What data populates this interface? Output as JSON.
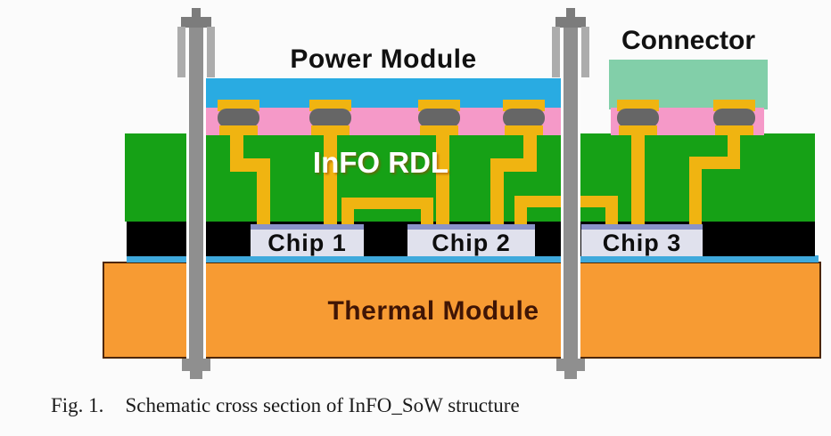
{
  "labels": {
    "power_module": "Power Module",
    "connector": "Connector",
    "rdl": "InFO RDL",
    "thermal_module": "Thermal Module"
  },
  "chips": [
    {
      "label": "Chip 1"
    },
    {
      "label": "Chip 2"
    },
    {
      "label": "Chip 3"
    }
  ],
  "caption": {
    "fig_label": "Fig. 1.",
    "text": "Schematic cross section of InFO_SoW structure"
  },
  "colors": {
    "power_board_blue": "#29abe2",
    "underfill_pink": "#f599c8",
    "connector_mint": "#82cfa9",
    "rdl_green": "#16a116",
    "trace_yellow": "#f0b411",
    "bump_gray": "#666666",
    "molding_black": "#000000",
    "tim_blue": "#3fa9dc",
    "thermal_orange": "#f79b33",
    "thermal_text": "#401505",
    "chip_fill": "#e0e1ed",
    "chip_top": "#8a93c8",
    "bolt_shaft": "#8f8f8f",
    "bolt_head": "#7c7c7c",
    "bolt_spring": "#acacac"
  }
}
